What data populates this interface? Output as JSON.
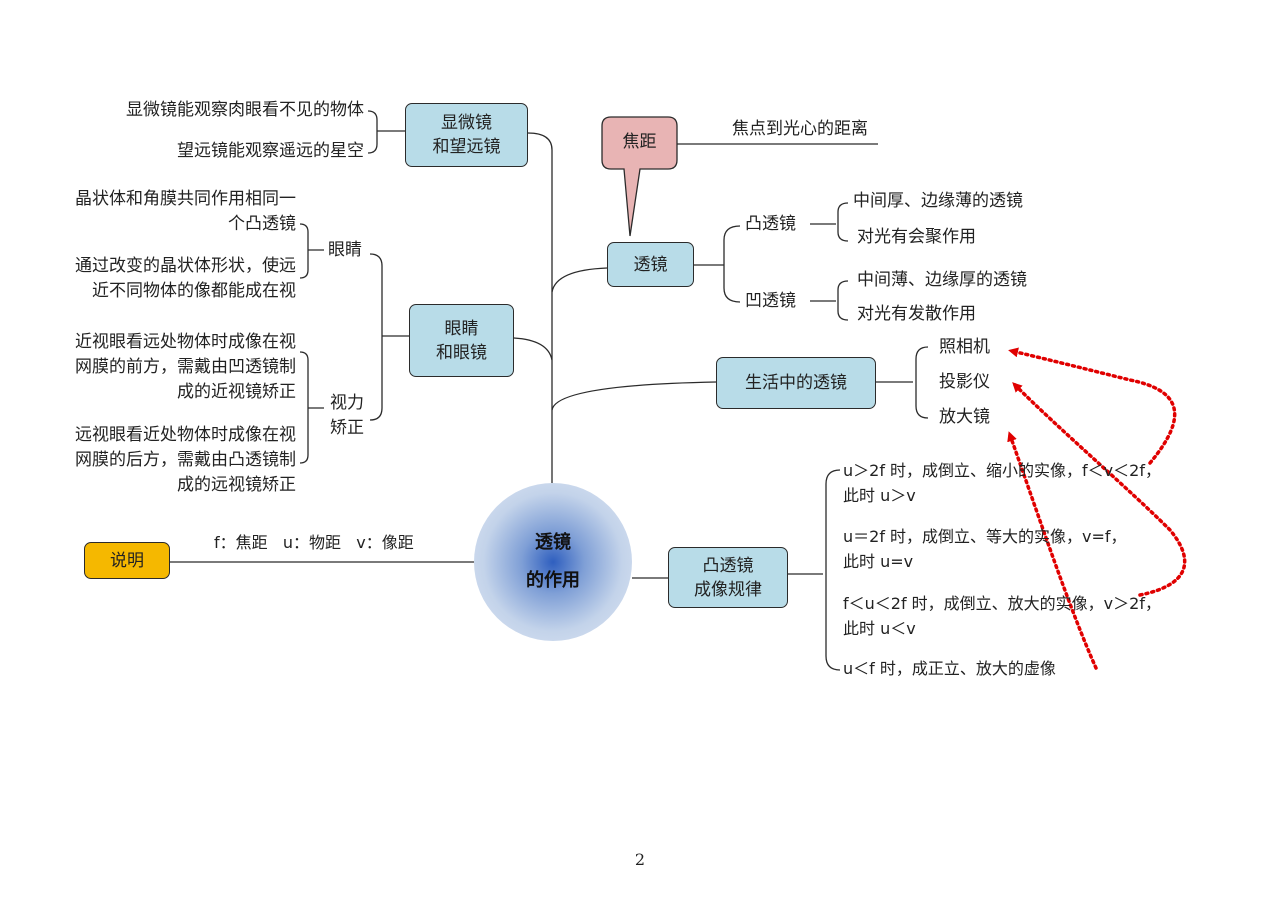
{
  "center": {
    "line1": "透镜",
    "line2": "的作用"
  },
  "note": {
    "label": "说明",
    "legend": "f：焦距   u：物距   v：像距"
  },
  "microscope": {
    "label": "显微镜\n和望远镜",
    "items": [
      "显微镜能观察肉眼看不见的物体",
      "望远镜能观察遥远的星空"
    ]
  },
  "eye_section": {
    "label": "眼睛\n和眼镜",
    "eye": {
      "label": "眼睛",
      "items": [
        "晶状体和角膜共同作用相同一\n个凸透镜",
        "通过改变的晶状体形状，使远\n近不同物体的像都能成在视"
      ]
    },
    "vision": {
      "label": "视力\n矫正",
      "items": [
        "近视眼看远处物体时成像在视\n网膜的前方，需戴由凹透镜制\n成的近视镜矫正",
        "远视眼看近处物体时成像在视\n网膜的后方，需戴由凸透镜制\n成的远视镜矫正"
      ]
    }
  },
  "focal": {
    "label": "焦距",
    "definition": "焦点到光心的距离"
  },
  "lens": {
    "label": "透镜",
    "convex": {
      "label": "凸透镜",
      "items": [
        "中间厚、边缘薄的透镜",
        "对光有会聚作用"
      ]
    },
    "concave": {
      "label": "凹透镜",
      "items": [
        "中间薄、边缘厚的透镜",
        "对光有发散作用"
      ]
    }
  },
  "daily": {
    "label": "生活中的透镜",
    "items": [
      "照相机",
      "投影仪",
      "放大镜"
    ]
  },
  "imaging": {
    "label": "凸透镜\n成像规律",
    "rules": [
      "u＞2f 时，成倒立、缩小的实像，f＜v＜2f，\n此时 u＞v",
      "u＝2f 时，成倒立、等大的实像，v=f，\n此时 u=v",
      "f＜u＜2f 时，成倒立、放大的实像，v＞2f，\n此时 u＜v",
      "u＜f 时，成正立、放大的虚像"
    ]
  },
  "colors": {
    "box_fill": "#b8dce8",
    "note_fill": "#f5b800",
    "focal_fill": "#e8b4b4",
    "arrow": "#e00000"
  },
  "page_number": "2"
}
